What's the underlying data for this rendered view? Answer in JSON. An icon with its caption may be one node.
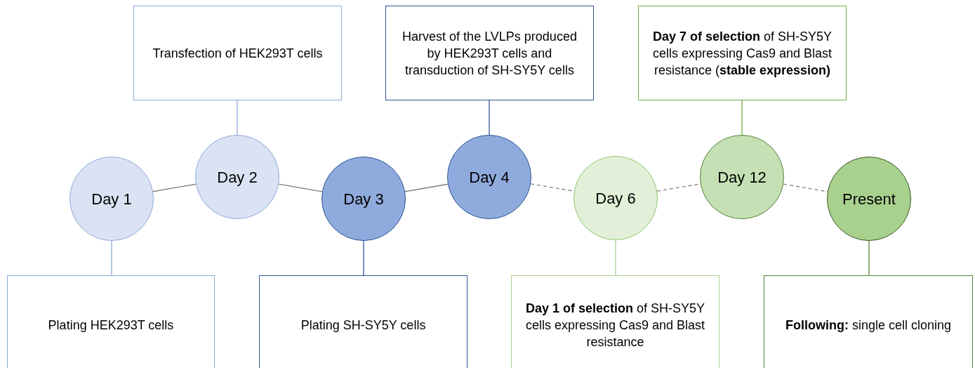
{
  "diagram": {
    "nodes": [
      {
        "text": [
          "Transfection of HEK293T cells"
        ]
      },
      {
        "text": [
          "Harvest of the LVLPs produced by HEK293T cells and transduction of SH-SY5Y cells"
        ]
      },
      {
        "text": [
          "**Day 7 of selection** of SH-SY5Y cells expressing Cas9 and Blast resistance (**stable expression)**"
        ]
      },
      {
        "text": [
          "Day 1"
        ]
      },
      {
        "text": [
          "Day 2"
        ]
      },
      {
        "text": [
          "Day 3"
        ]
      },
      {
        "text": [
          "Day 4"
        ]
      },
      {
        "text": [
          "Day 6"
        ]
      },
      {
        "text": [
          "Day 12"
        ]
      },
      {
        "text": [
          "Present"
        ]
      },
      {
        "text": [
          "Plating HEK293T cells"
        ]
      },
      {
        "text": [
          "Plating SH-SY5Y cells"
        ]
      },
      {
        "text": [
          "**Day 1 of selection** of SH-SY5Y cells expressing Cas9 and Blast resistance"
        ]
      },
      {
        "text": [
          "**Following:** single cell cloning"
        ]
      }
    ],
    "edges": [
      {
        "from": 3,
        "to": 4,
        "arrow": "none",
        "color": "#7f7f7f"
      },
      {
        "from": 4,
        "to": 5,
        "arrow": "none",
        "color": "#7f7f7f"
      },
      {
        "from": 5,
        "to": 6,
        "arrow": "none",
        "color": "#7f7f7f"
      },
      {
        "from": 6,
        "to": 7,
        "arrow": "none",
        "style": "dashed",
        "color": "#7f7f7f"
      },
      {
        "from": 7,
        "to": 8,
        "arrow": "none",
        "style": "dashed",
        "color": "#7f7f7f"
      },
      {
        "from": 8,
        "to": 9,
        "arrow": "none",
        "style": "dashed",
        "color": "#7f7f7f"
      },
      {
        "from": 0,
        "to": 4,
        "arrow": "none",
        "color": "#8eaadb"
      },
      {
        "from": 1,
        "to": 6,
        "arrow": "none",
        "color": "#2f5597"
      },
      {
        "from": 2,
        "to": 8,
        "arrow": "none",
        "color": "#70ad47"
      },
      {
        "from": 3,
        "to": 10,
        "arrow": "none",
        "color": "#8eaadb"
      },
      {
        "from": 5,
        "to": 11,
        "arrow": "none",
        "color": "#2f5597"
      },
      {
        "from": 7,
        "to": 12,
        "arrow": "none",
        "color": "#a9d18e"
      },
      {
        "from": 9,
        "to": 13,
        "arrow": "none",
        "color": "#548235"
      }
    ]
  }
}
